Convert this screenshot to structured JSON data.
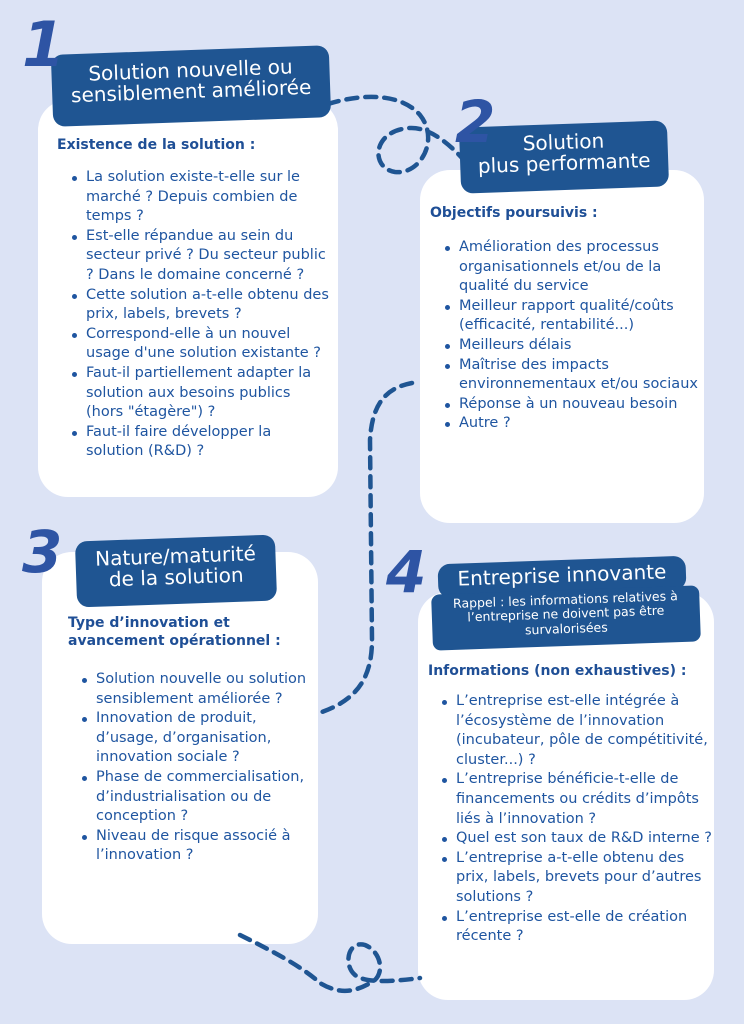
{
  "colors": {
    "background": "#dce3f5",
    "card": "#ffffff",
    "badge": "#1f5592",
    "text": "#1f55a0",
    "number": "#2e54a4"
  },
  "sections": [
    {
      "number": "1",
      "title_line1": "Solution nouvelle ou",
      "title_line2": "sensiblement améliorée",
      "heading": "Existence de la solution :",
      "items": [
        "La solution existe-t-elle sur le marché ? Depuis combien de temps ?",
        "Est-elle répandue au sein du secteur privé ? Du secteur public ? Dans le domaine concerné ?",
        "Cette solution a-t-elle obtenu des prix, labels, brevets ?",
        "Correspond-elle à un nouvel usage d'une solution existante ?",
        "Faut-il partiellement adapter la solution aux besoins publics (hors \"étagère\") ?",
        "Faut-il faire développer la solution (R&D) ?"
      ]
    },
    {
      "number": "2",
      "title_line1": "Solution",
      "title_line2": "plus performante",
      "heading": "Objectifs poursuivis :",
      "items": [
        "Amélioration des processus organisationnels et/ou de la qualité du service",
        "Meilleur rapport qualité/coûts (efficacité, rentabilité...)",
        "Meilleurs délais",
        "Maîtrise des impacts environnementaux et/ou sociaux",
        "Réponse à un nouveau besoin",
        "Autre ?"
      ]
    },
    {
      "number": "3",
      "title_line1": "Nature/maturité",
      "title_line2": "de la solution",
      "heading": "Type d’innovation et avancement opérationnel :",
      "items": [
        "Solution nouvelle ou solution sensiblement améliorée ?",
        "Innovation de produit, d’usage, d’organisation, innovation sociale ?",
        "Phase de commercialisation, d’industrialisation ou de conception ?",
        "Niveau de risque associé à l’innovation ?"
      ]
    },
    {
      "number": "4",
      "title_line1": "Entreprise innovante",
      "subtitle": "Rappel : les informations relatives à l’entreprise ne doivent pas être survalorisées",
      "heading": "Informations (non exhaustives) :",
      "items": [
        "L’entreprise est-elle intégrée à l’écosystème de l’innovation (incubateur, pôle de compétitivité, cluster...) ?",
        "L’entreprise bénéficie-t-elle de financements ou crédits d’impôts liés à l’innovation ?",
        "Quel est son taux de R&D interne ?",
        "L’entreprise a-t-elle obtenu des prix, labels, brevets pour d’autres solutions ?",
        "L’entreprise est-elle de création récente ?"
      ]
    }
  ]
}
